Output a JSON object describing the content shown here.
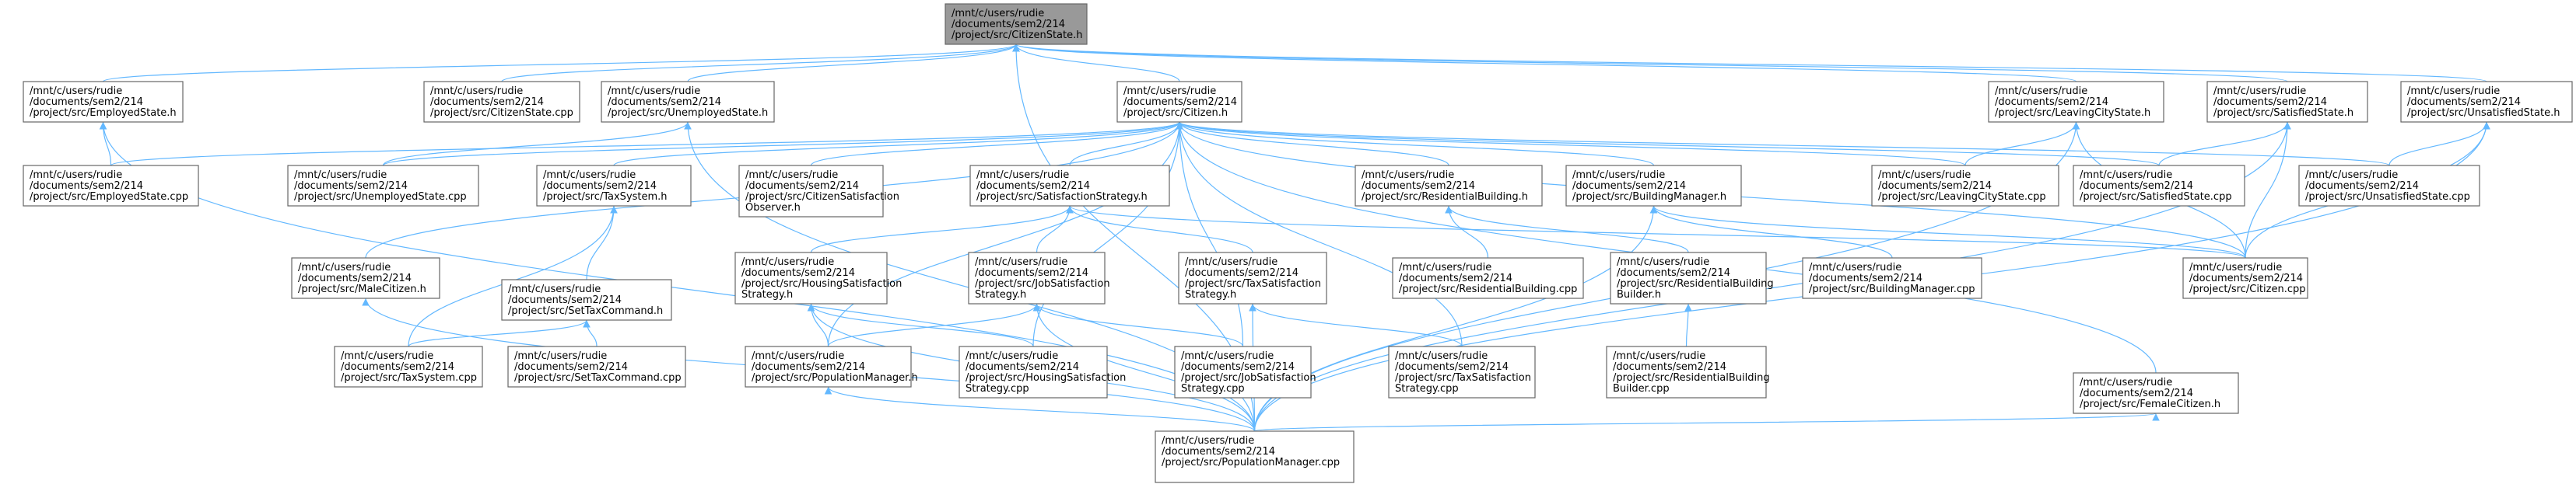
{
  "diagram": {
    "type": "include-dependency-graph",
    "edge_color": "#63b8ff",
    "root_fill": "#999999",
    "node_fill": "#ffffff",
    "node_border": "#666666"
  },
  "nodes": [
    {
      "id": "root",
      "lines": [
        "/mnt/c/users/rudie",
        "/documents/sem2/214",
        "/project/src/CitizenState.h"
      ],
      "root": true
    },
    {
      "id": "employed_h",
      "lines": [
        "/mnt/c/users/rudie",
        "/documents/sem2/214",
        "/project/src/EmployedState.h"
      ]
    },
    {
      "id": "citizenstate_cpp",
      "lines": [
        "/mnt/c/users/rudie",
        "/documents/sem2/214",
        "/project/src/CitizenState.cpp"
      ]
    },
    {
      "id": "unemployed_h",
      "lines": [
        "/mnt/c/users/rudie",
        "/documents/sem2/214",
        "/project/src/UnemployedState.h"
      ]
    },
    {
      "id": "citizen_h",
      "lines": [
        "/mnt/c/users/rudie",
        "/documents/sem2/214",
        "/project/src/Citizen.h"
      ]
    },
    {
      "id": "leaving_h",
      "lines": [
        "/mnt/c/users/rudie",
        "/documents/sem2/214",
        "/project/src/LeavingCityState.h"
      ]
    },
    {
      "id": "satisfied_h",
      "lines": [
        "/mnt/c/users/rudie",
        "/documents/sem2/214",
        "/project/src/SatisfiedState.h"
      ]
    },
    {
      "id": "unsatisfied_h",
      "lines": [
        "/mnt/c/users/rudie",
        "/documents/sem2/214",
        "/project/src/UnsatisfiedState.h"
      ]
    },
    {
      "id": "employed_cpp",
      "lines": [
        "/mnt/c/users/rudie",
        "/documents/sem2/214",
        "/project/src/EmployedState.cpp"
      ]
    },
    {
      "id": "unemployed_cpp",
      "lines": [
        "/mnt/c/users/rudie",
        "/documents/sem2/214",
        "/project/src/UnemployedState.cpp"
      ]
    },
    {
      "id": "taxsystem_h",
      "lines": [
        "/mnt/c/users/rudie",
        "/documents/sem2/214",
        "/project/src/TaxSystem.h"
      ]
    },
    {
      "id": "csobserver_h",
      "lines": [
        "/mnt/c/users/rudie",
        "/documents/sem2/214",
        "/project/src/CitizenSatisfaction",
        "Observer.h"
      ]
    },
    {
      "id": "satstrat_h",
      "lines": [
        "/mnt/c/users/rudie",
        "/documents/sem2/214",
        "/project/src/SatisfactionStrategy.h"
      ]
    },
    {
      "id": "resbuilding_h",
      "lines": [
        "/mnt/c/users/rudie",
        "/documents/sem2/214",
        "/project/src/ResidentialBuilding.h"
      ]
    },
    {
      "id": "buildingmgr_h",
      "lines": [
        "/mnt/c/users/rudie",
        "/documents/sem2/214",
        "/project/src/BuildingManager.h"
      ]
    },
    {
      "id": "leaving_cpp",
      "lines": [
        "/mnt/c/users/rudie",
        "/documents/sem2/214",
        "/project/src/LeavingCityState.cpp"
      ]
    },
    {
      "id": "satisfied_cpp",
      "lines": [
        "/mnt/c/users/rudie",
        "/documents/sem2/214",
        "/project/src/SatisfiedState.cpp"
      ]
    },
    {
      "id": "unsatisfied_cpp",
      "lines": [
        "/mnt/c/users/rudie",
        "/documents/sem2/214",
        "/project/src/UnsatisfiedState.cpp"
      ]
    },
    {
      "id": "malecitizen_h",
      "lines": [
        "/mnt/c/users/rudie",
        "/documents/sem2/214",
        "/project/src/MaleCitizen.h"
      ]
    },
    {
      "id": "settax_h",
      "lines": [
        "/mnt/c/users/rudie",
        "/documents/sem2/214",
        "/project/src/SetTaxCommand.h"
      ]
    },
    {
      "id": "housing_h",
      "lines": [
        "/mnt/c/users/rudie",
        "/documents/sem2/214",
        "/project/src/HousingSatisfaction",
        "Strategy.h"
      ]
    },
    {
      "id": "job_h",
      "lines": [
        "/mnt/c/users/rudie",
        "/documents/sem2/214",
        "/project/src/JobSatisfaction",
        "Strategy.h"
      ]
    },
    {
      "id": "tax_h",
      "lines": [
        "/mnt/c/users/rudie",
        "/documents/sem2/214",
        "/project/src/TaxSatisfaction",
        "Strategy.h"
      ]
    },
    {
      "id": "resbuilding_cpp",
      "lines": [
        "/mnt/c/users/rudie",
        "/documents/sem2/214",
        "/project/src/ResidentialBuilding.cpp"
      ]
    },
    {
      "id": "resbuilder_h",
      "lines": [
        "/mnt/c/users/rudie",
        "/documents/sem2/214",
        "/project/src/ResidentialBuilding",
        "Builder.h"
      ]
    },
    {
      "id": "buildingmgr_cpp",
      "lines": [
        "/mnt/c/users/rudie",
        "/documents/sem2/214",
        "/project/src/BuildingManager.cpp"
      ]
    },
    {
      "id": "citizen_cpp",
      "lines": [
        "/mnt/c/users/rudie",
        "/documents/sem2/214",
        "/project/src/Citizen.cpp"
      ]
    },
    {
      "id": "taxsystem_cpp",
      "lines": [
        "/mnt/c/users/rudie",
        "/documents/sem2/214",
        "/project/src/TaxSystem.cpp"
      ]
    },
    {
      "id": "settax_cpp",
      "lines": [
        "/mnt/c/users/rudie",
        "/documents/sem2/214",
        "/project/src/SetTaxCommand.cpp"
      ]
    },
    {
      "id": "popmgr_h",
      "lines": [
        "/mnt/c/users/rudie",
        "/documents/sem2/214",
        "/project/src/PopulationManager.h"
      ]
    },
    {
      "id": "housing_cpp",
      "lines": [
        "/mnt/c/users/rudie",
        "/documents/sem2/214",
        "/project/src/HousingSatisfaction",
        "Strategy.cpp"
      ]
    },
    {
      "id": "job_cpp",
      "lines": [
        "/mnt/c/users/rudie",
        "/documents/sem2/214",
        "/project/src/JobSatisfaction",
        "Strategy.cpp"
      ]
    },
    {
      "id": "tax_cpp",
      "lines": [
        "/mnt/c/users/rudie",
        "/documents/sem2/214",
        "/project/src/TaxSatisfaction",
        "Strategy.cpp"
      ]
    },
    {
      "id": "resbuilder_cpp",
      "lines": [
        "/mnt/c/users/rudie",
        "/documents/sem2/214",
        "/project/src/ResidentialBuilding",
        "Builder.cpp"
      ]
    },
    {
      "id": "femalecitizen_h",
      "lines": [
        "/mnt/c/users/rudie",
        "/documents/sem2/214",
        "/project/src/FemaleCitizen.h"
      ]
    },
    {
      "id": "popmgr_cpp",
      "lines": [
        "/mnt/c/users/rudie",
        "/documents/sem2/214",
        "/project/src/PopulationManager.cpp"
      ]
    }
  ],
  "edges": [
    [
      "employed_h",
      "root"
    ],
    [
      "citizenstate_cpp",
      "root"
    ],
    [
      "unemployed_h",
      "root"
    ],
    [
      "citizen_h",
      "root"
    ],
    [
      "leaving_h",
      "root"
    ],
    [
      "satisfied_h",
      "root"
    ],
    [
      "unsatisfied_h",
      "root"
    ],
    [
      "popmgr_cpp",
      "root"
    ],
    [
      "employed_cpp",
      "employed_h"
    ],
    [
      "popmgr_cpp",
      "employed_h"
    ],
    [
      "unemployed_cpp",
      "unemployed_h"
    ],
    [
      "popmgr_cpp",
      "unemployed_h"
    ],
    [
      "employed_cpp",
      "citizen_h"
    ],
    [
      "unemployed_cpp",
      "citizen_h"
    ],
    [
      "taxsystem_h",
      "citizen_h"
    ],
    [
      "csobserver_h",
      "citizen_h"
    ],
    [
      "satstrat_h",
      "citizen_h"
    ],
    [
      "resbuilding_h",
      "citizen_h"
    ],
    [
      "buildingmgr_h",
      "citizen_h"
    ],
    [
      "leaving_cpp",
      "citizen_h"
    ],
    [
      "satisfied_cpp",
      "citizen_h"
    ],
    [
      "unsatisfied_cpp",
      "citizen_h"
    ],
    [
      "malecitizen_h",
      "citizen_h"
    ],
    [
      "citizen_cpp",
      "citizen_h"
    ],
    [
      "popmgr_h",
      "citizen_h"
    ],
    [
      "housing_cpp",
      "citizen_h"
    ],
    [
      "job_cpp",
      "citizen_h"
    ],
    [
      "tax_cpp",
      "citizen_h"
    ],
    [
      "femalecitizen_h",
      "citizen_h"
    ],
    [
      "leaving_cpp",
      "leaving_h"
    ],
    [
      "citizen_cpp",
      "leaving_h"
    ],
    [
      "popmgr_cpp",
      "leaving_h"
    ],
    [
      "satisfied_cpp",
      "satisfied_h"
    ],
    [
      "citizen_cpp",
      "satisfied_h"
    ],
    [
      "popmgr_cpp",
      "satisfied_h"
    ],
    [
      "unsatisfied_cpp",
      "unsatisfied_h"
    ],
    [
      "citizen_cpp",
      "unsatisfied_h"
    ],
    [
      "popmgr_cpp",
      "unsatisfied_h"
    ],
    [
      "settax_h",
      "taxsystem_h"
    ],
    [
      "taxsystem_cpp",
      "taxsystem_h"
    ],
    [
      "housing_h",
      "satstrat_h"
    ],
    [
      "job_h",
      "satstrat_h"
    ],
    [
      "tax_h",
      "satstrat_h"
    ],
    [
      "citizen_cpp",
      "satstrat_h"
    ],
    [
      "resbuilding_cpp",
      "resbuilding_h"
    ],
    [
      "resbuilder_h",
      "resbuilding_h"
    ],
    [
      "buildingmgr_cpp",
      "buildingmgr_h"
    ],
    [
      "citizen_cpp",
      "buildingmgr_h"
    ],
    [
      "popmgr_cpp",
      "buildingmgr_h"
    ],
    [
      "popmgr_cpp",
      "malecitizen_h"
    ],
    [
      "taxsystem_cpp",
      "settax_h"
    ],
    [
      "settax_cpp",
      "settax_h"
    ],
    [
      "housing_cpp",
      "housing_h"
    ],
    [
      "popmgr_h",
      "housing_h"
    ],
    [
      "popmgr_cpp",
      "housing_h"
    ],
    [
      "job_cpp",
      "job_h"
    ],
    [
      "popmgr_h",
      "job_h"
    ],
    [
      "popmgr_cpp",
      "job_h"
    ],
    [
      "tax_cpp",
      "tax_h"
    ],
    [
      "popmgr_cpp",
      "tax_h"
    ],
    [
      "resbuilder_cpp",
      "resbuilder_h"
    ],
    [
      "popmgr_cpp",
      "popmgr_h"
    ],
    [
      "popmgr_cpp",
      "femalecitizen_h"
    ]
  ]
}
